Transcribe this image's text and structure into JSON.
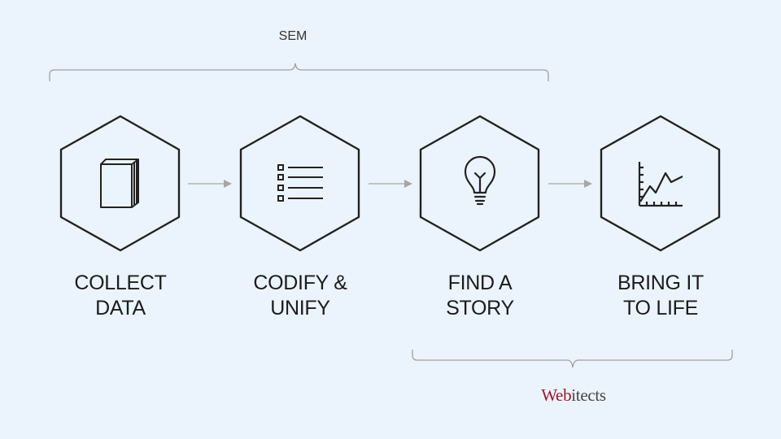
{
  "bracket_top": {
    "label": "SEM"
  },
  "steps": [
    {
      "line1": "COLLECT",
      "line2": "DATA",
      "icon": "book-icon"
    },
    {
      "line1": "CODIFY &",
      "line2": "UNIFY",
      "icon": "checklist-icon"
    },
    {
      "line1": "FIND A",
      "line2": "STORY",
      "icon": "lightbulb-icon"
    },
    {
      "line1": "BRING IT",
      "line2": "TO LIFE",
      "icon": "line-chart-icon"
    }
  ],
  "brand": {
    "part1": "Web",
    "part2": "itects"
  },
  "colors": {
    "background": "#ebf4fc",
    "hexagon_stroke": "#222222",
    "arrow": "#a6a6a6",
    "bracket": "#999999",
    "brand_accent": "#a3142a"
  }
}
